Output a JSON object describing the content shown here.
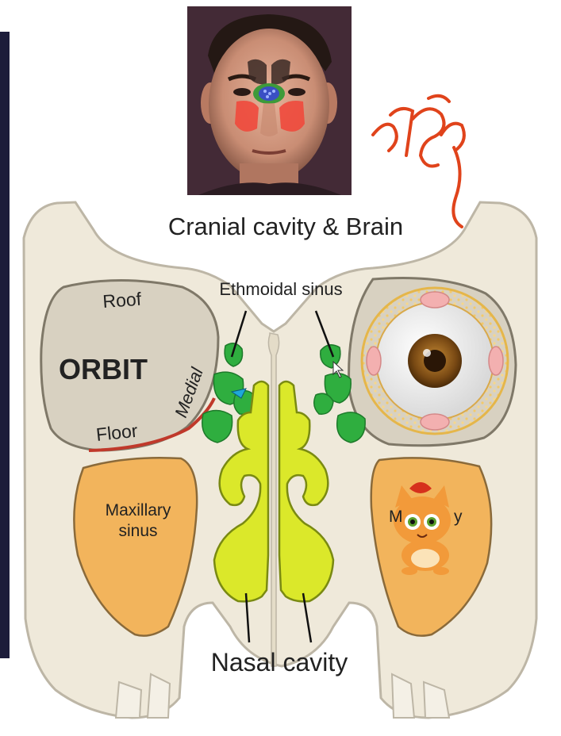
{
  "labels": {
    "cranial": "Cranial cavity & Brain",
    "ethmoidal": "Ethmoidal sinus",
    "roof": "Roof",
    "orbit": "ORBIT",
    "medial": "Medial",
    "floor": "Floor",
    "maxillary_line1": "Maxillary",
    "maxillary_line2": "sinus",
    "nasal": "Nasal cavity",
    "right_partial_left": "M",
    "right_partial_right": "y"
  },
  "colors": {
    "bone": "#efe9da",
    "outline": "#bdb6a6",
    "orbit_fill": "#d8d1c1",
    "maxillary": "#f2b45c",
    "ethmoid": "#2fae3f",
    "nasal": "#dbe82a",
    "floor_line": "#c0392b",
    "logo": "#e0431b"
  },
  "icons": {
    "face_photo": "face-photo",
    "eye": "eye-icon",
    "cartoon": "cartoon-cat-icon",
    "cursor": "pointer-cursor-icon",
    "logo": "signature-logo"
  }
}
